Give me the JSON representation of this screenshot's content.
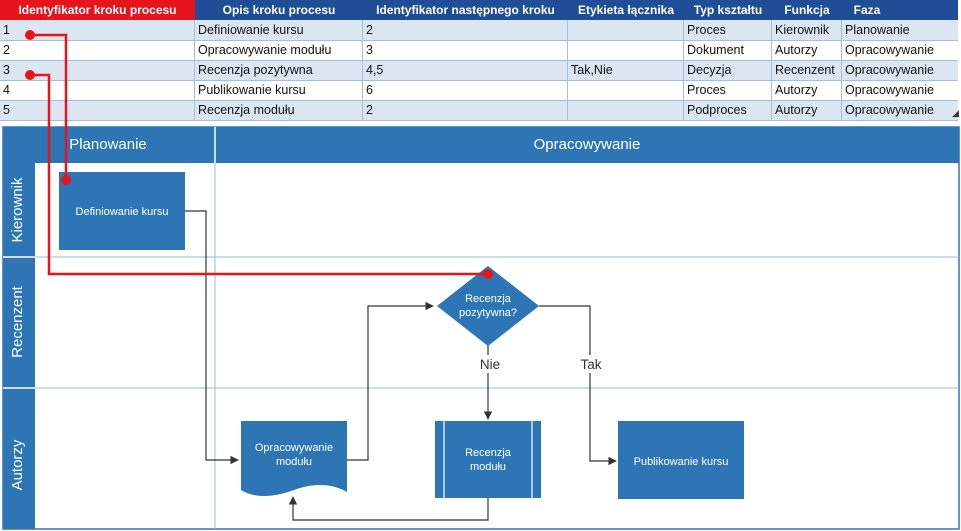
{
  "table": {
    "columns": [
      "Identyfikator kroku procesu",
      "Opis kroku procesu",
      "Identyfikator następnego kroku",
      "Etykieta łącznika",
      "Typ kształtu",
      "Funkcja",
      "Faza"
    ],
    "rows": [
      [
        "1",
        "Definiowanie kursu",
        "2",
        "",
        "Proces",
        "Kierownik",
        "Planowanie"
      ],
      [
        "2",
        "Opracowywanie modułu",
        "3",
        "",
        "Dokument",
        "Autorzy",
        "Opracowywanie"
      ],
      [
        "3",
        "Recenzja pozytywna",
        "4,5",
        "Tak,Nie",
        "Decyzja",
        "Recenzent",
        "Opracowywanie"
      ],
      [
        "4",
        "Publikowanie kursu",
        "6",
        "",
        "Proces",
        "Autorzy",
        "Opracowywanie"
      ],
      [
        "5",
        "Recenzja modułu",
        "2",
        "",
        "Podproces",
        "Autorzy",
        "Opracowywanie"
      ]
    ]
  },
  "diagram": {
    "phases": [
      "Planowanie",
      "Opracowywanie"
    ],
    "lanes": [
      "Kierownik",
      "Recenzent",
      "Autorzy"
    ],
    "shapes": {
      "define_course": "Definiowanie kursu",
      "develop_module_line1": "Opracowywanie",
      "develop_module_line2": "modułu",
      "review_ok_line1": "Recenzja",
      "review_ok_line2": "pozytywna?",
      "module_review_line1": "Recenzja",
      "module_review_line2": "modułu",
      "publish_course": "Publikowanie kursu"
    },
    "connector_labels": {
      "no": "Nie",
      "yes": "Tak"
    },
    "colors": {
      "header_blue": "#1f4e97",
      "accent_red": "#e8141b",
      "row_alt": "#dbe6f2",
      "shape_blue": "#2e75b6",
      "lane_header": "#2e75b6"
    }
  }
}
